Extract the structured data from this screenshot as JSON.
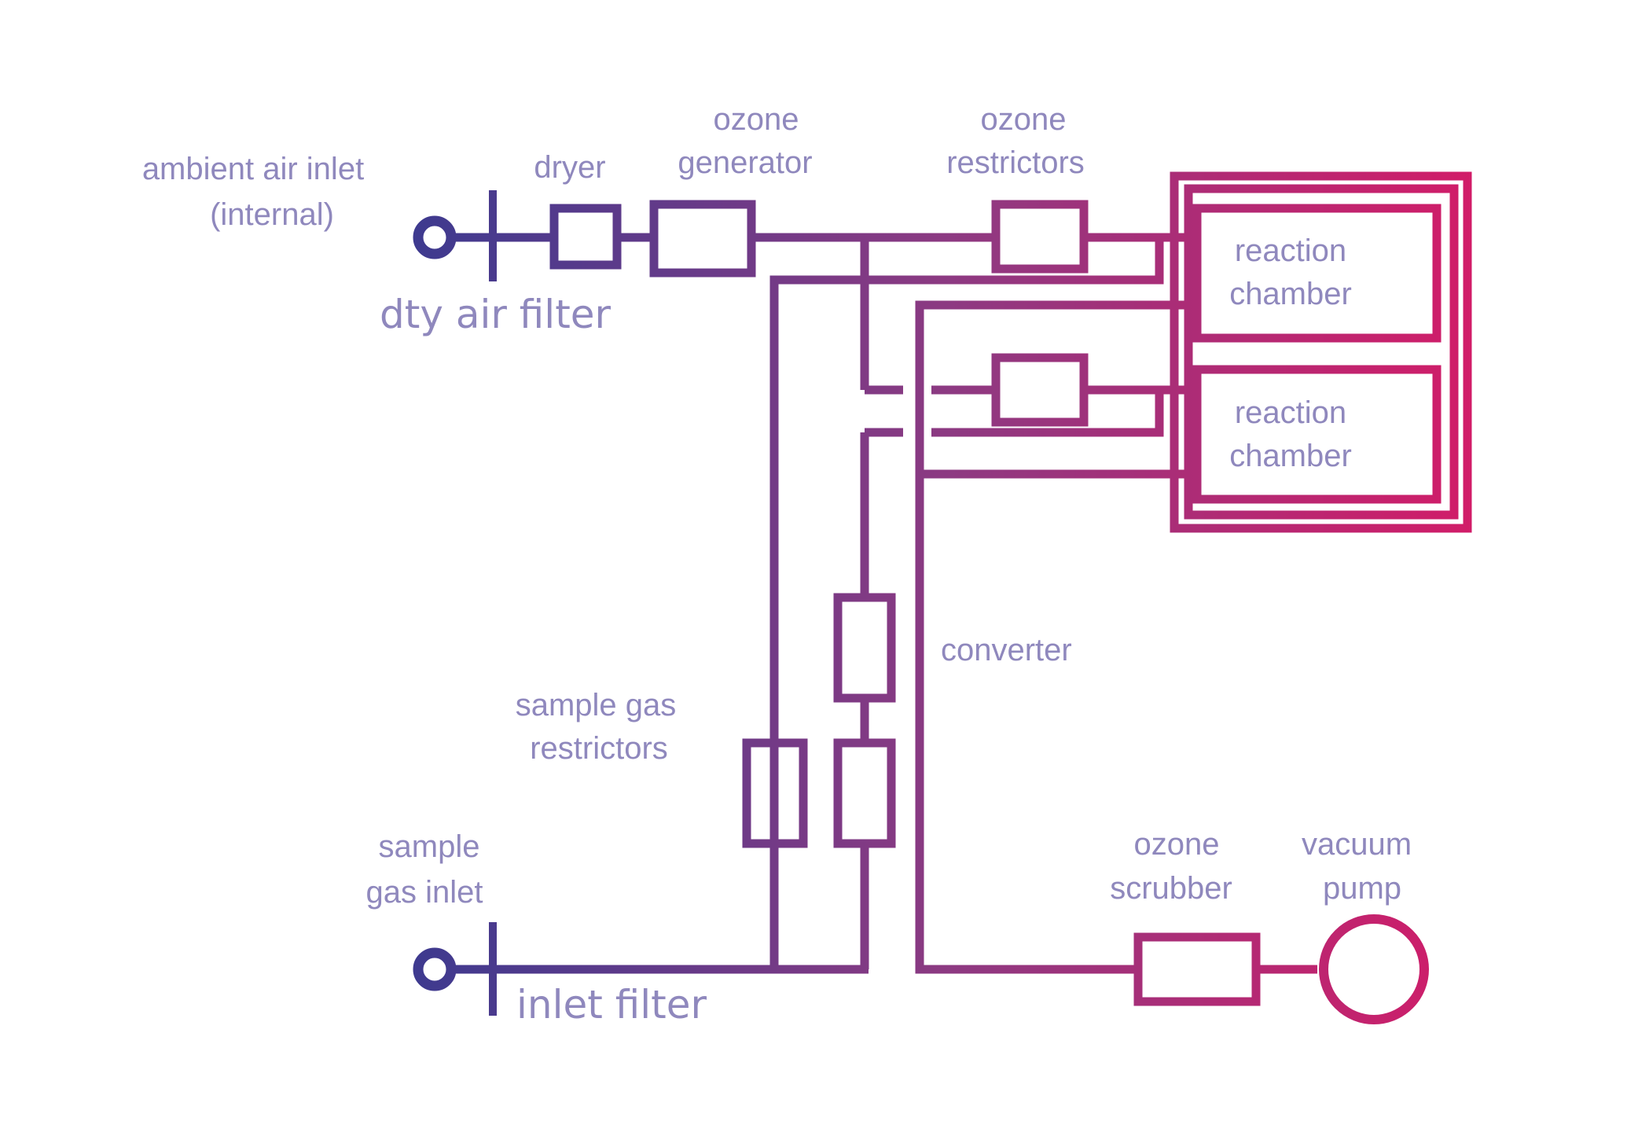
{
  "labels": {
    "ambient_air_inlet_1": "ambient air inlet",
    "ambient_air_inlet_2": "(internal)",
    "dryer": "dryer",
    "ozone_generator_1": "ozone",
    "ozone_generator_2": "generator",
    "ozone_restrictors_1": "ozone",
    "ozone_restrictors_2": "restrictors",
    "dry_air_filter": "dty air filter",
    "reaction_chamber_top_1": "reaction",
    "reaction_chamber_top_2": "chamber",
    "reaction_chamber_bottom_1": "reaction",
    "reaction_chamber_bottom_2": "chamber",
    "converter": "converter",
    "sample_gas_restrictors_1": "sample gas",
    "sample_gas_restrictors_2": "restrictors",
    "sample_gas_inlet_1": "sample",
    "sample_gas_inlet_2": "gas inlet",
    "inlet_filter": "inlet filter",
    "ozone_scrubber_1": "ozone",
    "ozone_scrubber_2": "scrubber",
    "vacuum_pump_1": "vacuum",
    "vacuum_pump_2": "pump"
  },
  "colors": {
    "label_text": "#8f88bd",
    "gradient_start": "#3d3a8f",
    "gradient_mid": "#8c3a82",
    "gradient_end": "#d21c68",
    "background": "#ffffff"
  }
}
